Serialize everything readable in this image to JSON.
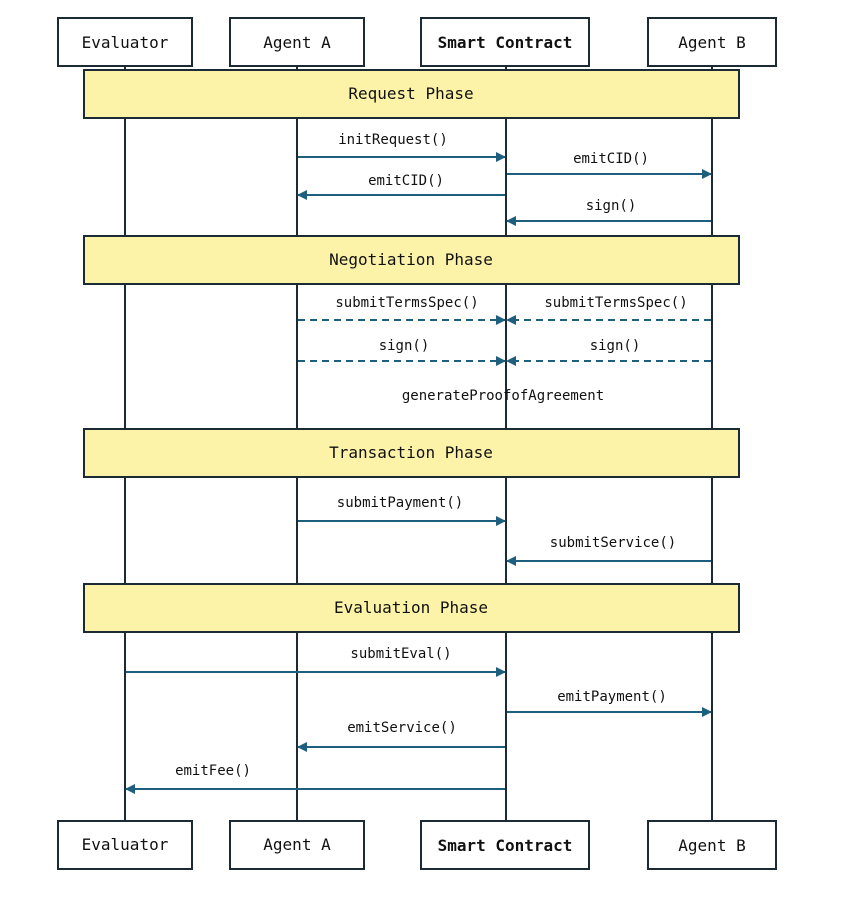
{
  "participants": [
    {
      "id": "evaluator",
      "label": "Evaluator",
      "bold": false
    },
    {
      "id": "agent_a",
      "label": "Agent A",
      "bold": false
    },
    {
      "id": "smart_contract",
      "label": "Smart Contract",
      "bold": true
    },
    {
      "id": "agent_b",
      "label": "Agent B",
      "bold": false
    }
  ],
  "phases": [
    {
      "id": "request",
      "label": "Request Phase"
    },
    {
      "id": "negotiation",
      "label": "Negotiation Phase"
    },
    {
      "id": "transaction",
      "label": "Transaction Phase"
    },
    {
      "id": "evaluation",
      "label": "Evaluation Phase"
    }
  ],
  "messages": [
    {
      "label": "initRequest()",
      "from": "agent_a",
      "to": "smart_contract",
      "style": "solid"
    },
    {
      "label": "emitCID()",
      "from": "smart_contract",
      "to": "agent_b",
      "style": "solid"
    },
    {
      "label": "emitCID()",
      "from": "smart_contract",
      "to": "agent_a",
      "style": "solid"
    },
    {
      "label": "sign()",
      "from": "agent_b",
      "to": "smart_contract",
      "style": "solid"
    },
    {
      "label": "submitTermsSpec()",
      "from": "agent_a",
      "to": "smart_contract",
      "style": "dashed"
    },
    {
      "label": "submitTermsSpec()",
      "from": "agent_b",
      "to": "smart_contract",
      "style": "dashed"
    },
    {
      "label": "sign()",
      "from": "agent_a",
      "to": "smart_contract",
      "style": "dashed"
    },
    {
      "label": "sign()",
      "from": "agent_b",
      "to": "smart_contract",
      "style": "dashed"
    },
    {
      "label": "submitPayment()",
      "from": "agent_a",
      "to": "smart_contract",
      "style": "solid"
    },
    {
      "label": "submitService()",
      "from": "agent_b",
      "to": "smart_contract",
      "style": "solid"
    },
    {
      "label": "submitEval()",
      "from": "evaluator",
      "to": "smart_contract",
      "style": "solid"
    },
    {
      "label": "emitPayment()",
      "from": "smart_contract",
      "to": "agent_b",
      "style": "solid"
    },
    {
      "label": "emitService()",
      "from": "smart_contract",
      "to": "agent_a",
      "style": "solid"
    },
    {
      "label": "emitFee()",
      "from": "smart_contract",
      "to": "evaluator",
      "style": "solid"
    }
  ],
  "notes": [
    {
      "label": "generateProofofAgreement"
    }
  ],
  "colors": {
    "phase_fill": "#fcf3a8",
    "arrow": "#1f5f7e",
    "border": "#1c2a33",
    "text": "#111111"
  }
}
